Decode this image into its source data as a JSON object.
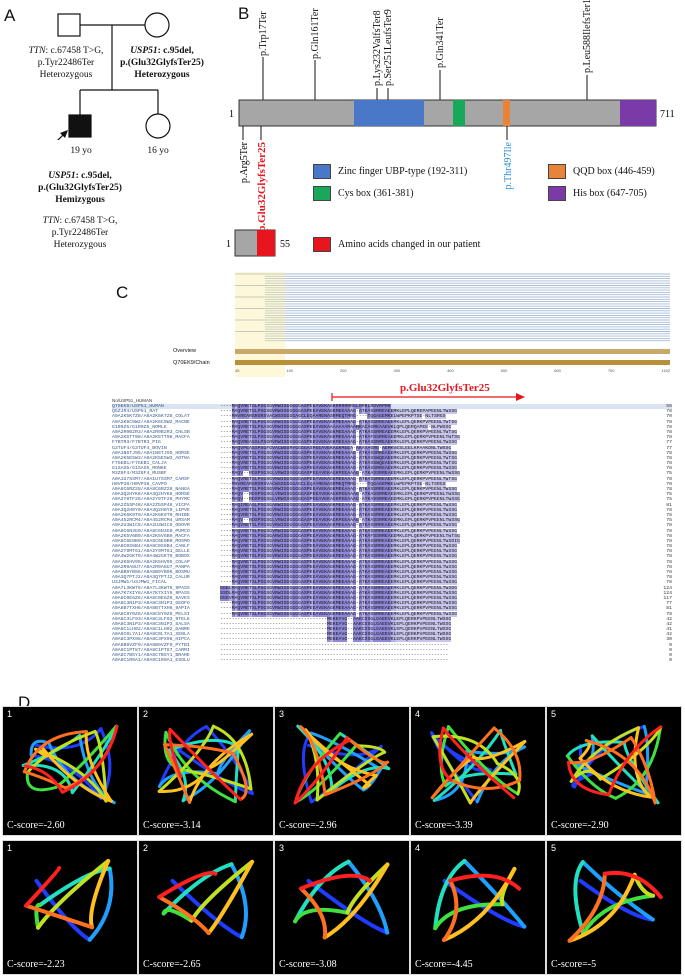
{
  "panels": {
    "a": "A",
    "b": "B",
    "c": "C",
    "d": "D"
  },
  "pedigree": {
    "father_gene": "TTN",
    "father_variant": ": c.67458 T>G,",
    "father_protein": "p.Tyr22486Ter",
    "father_zyg": "Heterozygous",
    "mother_gene": "USP51",
    "mother_variant": ": c.95del,",
    "mother_protein": "p.(Glu32GlyfsTer25)",
    "mother_zyg": "Heterozygous",
    "proband_age": "19 yo",
    "sister_age": "16 yo",
    "proband_gene": "USP51",
    "proband_variant": ": c.95del,",
    "proband_protein": "p.(Glu32GlyfsTer25)",
    "proband_zyg": "Hemizygous",
    "proband_ttn_gene": "TTN",
    "proband_ttn_variant": ": c.67458 T>G,",
    "proband_ttn_protein": "p.Tyr22486Ter",
    "proband_ttn_zyg": "Heterozygous"
  },
  "protein_map": {
    "start": "1",
    "end": "711",
    "top_labels": [
      "p.Trp17Ter",
      "p.Gln161Ter",
      "p.Lys232ValfsTer8",
      "p.Ser251LeufsTer9",
      "p.Gln341Ter",
      "p.Leu588IlefsTer13"
    ],
    "bottom_labels": {
      "arg": "p.Arg5Ter",
      "patient": "p.Glu32GlyfsTer25",
      "thr": "p.Thr497Ile"
    },
    "colors": {
      "zinc": "#4a78c8",
      "cys": "#19a85a",
      "qqd": "#e8833a",
      "his": "#7a3aa8",
      "patient": "#e8141e",
      "thr": "#2a8ed8",
      "bar": "#a6a6a6"
    },
    "legend": {
      "zinc": "Zinc finger UBP-type (192-311)",
      "cys": "Cys box (361-381)",
      "qqd": "QQD box (446-459)",
      "his": "His box (647-705)",
      "patient": "Amino acids changed in our patient"
    },
    "mini_start": "1",
    "mini_end": "55"
  },
  "alignment": {
    "overview_label": "Overview",
    "chain_label": "Q70EK9/Chain",
    "axis_ticks": [
      "45",
      "100",
      "200",
      "300",
      "400",
      "500",
      "600",
      "700",
      "1152"
    ],
    "mutation_label": "p.Glu32GlyfsTer25",
    "header": "No/USP51_HUMAN",
    "rows": [
      {
        "name": "Q70EK9/USP51_HUMAN",
        "seq": "----MAQVRETSLPSGSGVRWISGGGGGASPEEAVEKAGKRRRRRRGLRRRLRDVRPRR",
        "num": "55"
      },
      {
        "name": "Q5ZJR4/USP51_RAT",
        "seq": "----MAQVRETSLPSGSGVRWISGGGGGASPEEAVEKAGKMEEAAAG-ATKASSRREAEEMKLEPLQEREPAPEENLTWSSG",
        "num": "78"
      },
      {
        "name": "A0A2K5K7Z8/A0A2K5K7Z8_COLAT",
        "seq": "----MHVREARSRSRSVACWSSGGGGAGCLEQAARENASRMEQTMRG----TQGAGEMKELWPEPKPTSE-NLTSRGS",
        "num": "70"
      },
      {
        "name": "A0A2K6C9W2/A0A2K6C9W2_MACNE",
        "seq": "----MAQVRETSLPSGSGARWISGGGGGASPEEAVEKAGKMEEAAAG-ATKASSRREAEEMKLEPLQERKPVPEENLTWTSG",
        "num": "78"
      },
      {
        "name": "G1R9Z5/G1R9Z5_NOMLE",
        "seq": "----MAQVRETSLPSASGVRWISGGGGGASPEEAVEKAAAAAAARAAMKACAGREAAEVKLQPLQERQAPEE-NLPWSSG",
        "num": "78"
      },
      {
        "name": "A0A2R9B2R3/A0A2R9B2R3_CHLSB",
        "seq": "----MAQVRETSLPSGSGVRWISGGGGGASPEEAVEKAGKMEEAAAG-ATKASSRREAEEMKLEPLQERKPVPEENLTWTSG",
        "num": "78"
      },
      {
        "name": "A0A2K5TT08/A0A2K5TT08_MACFA",
        "seq": "----MAQVRETSLPSGSGARWISGGGGGASPEEAVEKAGKMEEAAAG-ATKAFSSRREAEEMKLEPLQERKPVPEENLTWTSG",
        "num": "78"
      },
      {
        "name": "F7BTR3/F7BTR3_PIG",
        "seq": "----MAQVREASSLPSGRVRWISGGGGGASPEEVVEKAGKMEEAAAG-ATKASSRREAEEMKLEPLQERKPVPEENLTWSSG",
        "num": "77"
      },
      {
        "name": "G3TUF4/G3TUF4_BOVIN",
        "seq": "----MAQVPEASSPSGFGVACWSSRYGGGGASPEEAVEKAGKMEEA-AKAYAGRE-AEMKVESLEELKPAAKDNLTWSSG",
        "num": "77"
      },
      {
        "name": "A0A1N6TJ95/A0A1N6TJ95_HORSE",
        "seq": "----MAQVRETSLPSGSGVRWISGGGGGASPEEAVEKAGKMEEAAAG-ATKASSRREAEEMKLEPLQERKPVPEENLTWSSG",
        "num": "78"
      },
      {
        "name": "A0A2K5E5W3/A0A2K5E5W3_AOTNA",
        "seq": "----MAQVRETSLPSGSGVRWISGGGGGASPEEAVEKAGKMEEAAAG-ATKASSWQEAEEMKLEPLQERKPVPEENLTWTSG",
        "num": "78"
      },
      {
        "name": "F7GEB1/F7GEB1_CALJA",
        "seq": "----MAQVRETSLPSGSGVRWISGGGGGASPEEAVEKAGKMEEAAAG-ATKASSWQEAEEMKLEPLQERKPVPEENLTWTSG",
        "num": "78"
      },
      {
        "name": "G1SAS5/G1SAS5_MONKE",
        "seq": "----MAQVRETSLPSGSGVRWISGGGGGASPEEAVEKAGKMEEAAAG-ATKASSRREAEEMKLEPLQERKPVPEENLTWSSG",
        "num": "78"
      },
      {
        "name": "M3Z8F4/M3Z8F4_MUSBF",
        "seq": "----MAQV--RDSPSGSGLVRWISGGGGGASPEEAVEKAGKMEEAAAG-ATKASSRREAEEMKLEPLQERKPVPEENLTWSSG",
        "num": "75"
      },
      {
        "name": "A0A1U7SSM7/A0A1U7SSM7_CARSF",
        "seq": "----MAQVRETSLPSGSGVRWISGGGGGASPEEAVEKAGKMEEAAAG-ATKASSRREAEEMKLEPLQERKPVPEENLTWTSG",
        "num": "78"
      },
      {
        "name": "H0VP38/H0VP38_CAVPO",
        "seq": "----MHVREARSRSRSVACWSSGGGGAGCLEQAARENASRMEQTMRG----TQGAGEMKELWPEPKPTSE-NLTSRGS",
        "num": "70"
      },
      {
        "name": "A0A8C6RZ28/A0A8C6RZ28_NANGA",
        "seq": "----MAQVRETSLPSGSGVRWISGGGGGASPEEAVEKAGKMEEAAAG-ATKASSRREAEEMKLEPLQERKPVPEENLTWSSG",
        "num": "78"
      },
      {
        "name": "A0A3Q2HYK8/A0A3Q2HYK8_HORSE",
        "seq": "----MAQV--RDSPSGSGLVRWISGGGGGASPEEAVEKAGKMEEAAAG-ATKASSRREAEEMKLEPLQERKPVPEENLTWSSG",
        "num": "75"
      },
      {
        "name": "A0A2Y9TF26/A0A2Y9TF26_PHYMC",
        "seq": "----MAQV--RDSPSGSGLVRWISGGGGGASPEEAVEKAGKMEEAAAG-ATKASSRREAEEMKLEPLQERKPVPEENLTWSSG",
        "num": "75"
      },
      {
        "name": "A0A2Z5SP48/A0A2Z5SP48_VICPA",
        "seq": "----MAQIREASLPSGSGARWISGGGGGASPEEAVEKAGKMEEAAAG-ATKASSRREAEEMKLEPLQERKPVPEENLTWSSG",
        "num": "81"
      },
      {
        "name": "A0A3Q2H0Y0/A0A3Q2H0Y0_LIPVE",
        "seq": "----MAQVRETSLPSGSGVRWISGGGGGASPEEAVEKAGKMEEAAAG-ATKASSRREAEEMKLEPLQERKPVPEENLTWSSG",
        "num": "78"
      },
      {
        "name": "A0A2K6K9T0/A0A2K6K9T0_RHIBE",
        "seq": "----MAQVRETSLPSGSGVRWISGGGGGASPEEAVEKAGKMEEAAAG-ATKASSRREAEEMKLEPLQERKPVPEENLTWSSG",
        "num": "78"
      },
      {
        "name": "A0A452RCM4/A0A452RCM4_URSAM",
        "seq": "----MAQV--RDSPSGSGLVRWISGGGGGASPEEAVEKAGKMEEAAAG-ATKASSRREAEEMKLEPLQERKPVPEENLTWSSG",
        "num": "75"
      },
      {
        "name": "A0A2U3W1C6/A0A2U3W1C6_ODOVR",
        "seq": "----MAQVRETSLPSGSGVRWISGGGGGASPEEAVEKAGKMEEAAAG-ATKASSRREAEEMKLEPLQERKPVPEENLTWSSG",
        "num": "78"
      },
      {
        "name": "A0A8C6N3G0/A0A8C6N3G0_PUMCO",
        "seq": "----MAQVRETSLPSGSGVRWISGGGGGASPEEAVEKAGKMEEAAAG-ATKASSRREAEEMKLEPLQERKPVPEENLTWSSG",
        "num": "78"
      },
      {
        "name": "A0A2K5V6B9/A0A2K5V6B9_MACFA",
        "seq": "----MAQVRETSLPSGSGARWISGGGGGASPEEAVEKAGKMEEAAAG-ATKAFSSRREAEEMKLEPLQERKPVPEENLTWTSG",
        "num": "78"
      },
      {
        "name": "A0A8C6E0B0/A0A8C6E0B0_MOSMO",
        "seq": "----MAQVRETSLPSGSGARWISGGGGGASPEEAVEKAGKMEEAAAG-ATKASSRREAEEMKLEPLQERKPVPEENLTWSDIG",
        "num": "78"
      },
      {
        "name": "A0A8C0S6B4/A0A8C0S6B4_CANLF",
        "seq": "----MAQVRETSLPSGSGVRWISGGGGGASPEEAVEKAGKMEEAAAG-ATKASSRREAEEMKLEPLQERKPVPEENLTWSSG",
        "num": "78"
      },
      {
        "name": "A0A2Y9MT61/A0A2Y9MT61_DELLE",
        "seq": "----MAQVRETSLPSGSGVRWISGGGGGASPEEAVEKAGKMEEAAAG-ATKASSRREAEEMKLEPLQERKPVPEENLTWSSG",
        "num": "78"
      },
      {
        "name": "A0A4W2GKT9/A0A4W2GKT9_BOBOX",
        "seq": "----MAQVRETSLPSGSGVRWISGGGGGASPEEAVEKAGKMEEAAAG-ATKASSRREAEEMKLEPLQERKPVPEENLTWSSG",
        "num": "78"
      },
      {
        "name": "A0A2K5HV95/A0A2K5HV95_COLAP",
        "seq": "----MAQVRETSLPSGSGVRWISGGGGGASPEEAVEKAGKMEEAAAG-ATKASSRREAEEMKLEPLQERKPVPEENLTWSSG",
        "num": "78"
      },
      {
        "name": "A0A2R9A8U7/A0A2R9A8U7_PANPA",
        "seq": "----MAQVRETSLPSGSGVRWISGGGGGASPEEAVEKAGKMEEAAAG-ATKASSRREAEEMKLEPLQERKPVPEENLTWSSG",
        "num": "78"
      },
      {
        "name": "A0A8B9YB06/A0A8B9YB06_BOSMU",
        "seq": "----MAQVRETSLPSGSGVRWISGGGGGASPEEAVEKAGKMEEAAAG-ATKASSRREAEEMKLEPLQERKPVPEENLTWSSG",
        "num": "78"
      },
      {
        "name": "A0A3Q7PTJ2/A0A3Q7PTJ2_CALUR",
        "seq": "----MAQVRETSLPSGSGVRWISGGGGGASPEEAVEKAGKMEEAAAG-ATKASSRREAEEMKLEPLQERKPVPEENLTWSSG",
        "num": "78"
      },
      {
        "name": "U3JMW1/U3JMW1_FICAL",
        "seq": "----MAQVRETSLPSGSGVRWISGGGGGASPEEAVEKAGKMEEAAAG-ATKASSRREAEEMKLEPLQERKPVPEENLTWSSG",
        "num": "78"
      },
      {
        "name": "A0A7L3KWT6/A0A7L3KWT6_9PASS",
        "seq": "GGELMAQVRETSLPSGSGVRWISGGGGGASPEEAVEKAGKMEEAAAG-ATKASSRREAEEMKLEPLQERKPVPEENLTWSDG",
        "num": "124"
      },
      {
        "name": "A0A7K7XIY6/A0A7K7XIY6_9PASS",
        "seq": "SSDLMAQVRETSLPSGSGVRWISGGGGGASPEEAVEKAGKMEEAAAG-ATKASSRREAEEMKLEPLQERKPVPEENLTWSSG",
        "num": "124"
      },
      {
        "name": "A0A8C0E6Z6/A0A8C0E6Z6_9AVES",
        "seq": "DGEVMAQVRETSLPSGSGVRWISGGGGGASPEEAVEKAGKMEEAAAG-ATKASSRREAEEMKLEPLQERKPVPEENLTWSSG",
        "num": "117"
      },
      {
        "name": "A0A8C3N1P3/A0A8C3N1P3_GEOFO",
        "seq": "----MAQVRETSLPSGSGVRWISGGGGGASPEEAVEKAGKMEEAAAG-ATKASSRREAEEMKLEPLQERKPVPEENLTWSSG",
        "num": "77"
      },
      {
        "name": "A0A8B7TXH6/A0A8B7TXH6_9APIA",
        "seq": "----MAQVRETSLPSGSGVRWISGGGGGASPEEAVEKAGKMEEAAAG-ATKASSRREAEEMKLEPLQERKPVPEENLTWSSG",
        "num": "81"
      },
      {
        "name": "A0A8C8Y0Z6/A0A8C8Y0Z6_PELSI",
        "seq": "----MAQVRETSLPSGSGVRWISGGGGGASPEEAVEKAGKMEEAAAG-ATKASSRREAEEMKLEPLQERKPVPEENLTWSSG",
        "num": "78"
      },
      {
        "name": "A0A8C3LF93/A0A8C3LF93_9TELE",
        "seq": "-------------------------------------MEKEAVG--AAKCSSGLGAEEVKLEPLQERKPVPEENLTWSSG",
        "num": "42"
      },
      {
        "name": "A0A8C3N1P3/A0A8C3N1P3_SALSA",
        "seq": "-------------------------------------MEKEAVG--AAKCSSGLGAEEVKLEPLQERKPVPEENLTWSSG",
        "num": "42"
      },
      {
        "name": "A0A8C1LH02/A0A8C1LH02_DANRE",
        "seq": "-------------------------------------MEKEAVG--AAKCSSGLGAEEVKLEPLQERKPVPEENLTWSSG",
        "num": "41"
      },
      {
        "name": "A0A8C0L7A1/A0A8C0L7A1_XENLA",
        "seq": "-------------------------------------MEKEAVG--AAKCSSGLGAEEVKLEPLQERKPVPEENLTWSSG",
        "num": "42"
      },
      {
        "name": "A0A8C3PX98/A0A8C3PX98_HIPCA",
        "seq": "-------------------------------------MEKEAVG--AAKCSSGLGAEEVKLEPLQERKPVPEENLTWSSG",
        "num": "30"
      },
      {
        "name": "A0A8B9VZF9/A0A8B9VZF9_PYTBI",
        "seq": "-------------------------------------------------------------------------------",
        "num": "0"
      },
      {
        "name": "A0A8C1PT87/A0A8C1PT87_CARMI",
        "seq": "-------------------------------------------------------------------------------",
        "num": "0"
      },
      {
        "name": "A0A8C7B5Y1/A0A8C7B5Y1_BRARE",
        "seq": "-------------------------------------------------------------------------------",
        "num": "0"
      },
      {
        "name": "A0A8C1R0A1/A0A8C1R0A1_ESOLU",
        "seq": "-------------------------------------------------------------------------------",
        "num": "0"
      }
    ]
  },
  "models": {
    "top": [
      {
        "idx": "1",
        "cscore": "C-score=-2.60"
      },
      {
        "idx": "2",
        "cscore": "C-score=-3.14"
      },
      {
        "idx": "3",
        "cscore": "C-score=-2.96"
      },
      {
        "idx": "4",
        "cscore": "C-score=-3.39"
      },
      {
        "idx": "5",
        "cscore": "C-score=-2.90"
      }
    ],
    "bottom": [
      {
        "idx": "1",
        "cscore": "C-score=-2.23"
      },
      {
        "idx": "2",
        "cscore": "C-score=-2.65"
      },
      {
        "idx": "3",
        "cscore": "C-score=-3.08"
      },
      {
        "idx": "4",
        "cscore": "C-score=-4.45"
      },
      {
        "idx": "5",
        "cscore": "C-score=-5"
      }
    ]
  }
}
